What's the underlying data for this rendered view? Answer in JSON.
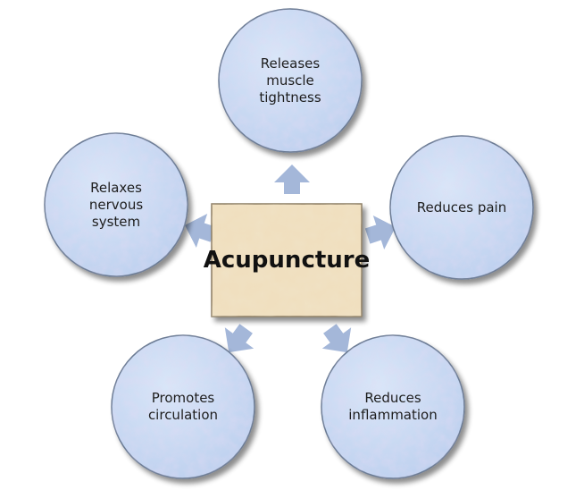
{
  "center": {
    "label": "Acupuncture"
  },
  "nodes": [
    {
      "id": "top",
      "label": "Releases\nmuscle\ntightness"
    },
    {
      "id": "right",
      "label": "Reduces pain"
    },
    {
      "id": "bottom-right",
      "label": "Reduces\ninflammation"
    },
    {
      "id": "bottom-left",
      "label": "Promotes\ncirculation"
    },
    {
      "id": "left",
      "label": "Relaxes\nnervous\nsystem"
    }
  ],
  "colors": {
    "circle_fill": "#c9d9f2",
    "circle_speckle": "#b8a9dc",
    "circle_stroke": "#6a7a93",
    "arrow_fill": "#a4b7d9",
    "box_fill": "#f0dfbf",
    "box_stroke": "#8a7b62"
  }
}
